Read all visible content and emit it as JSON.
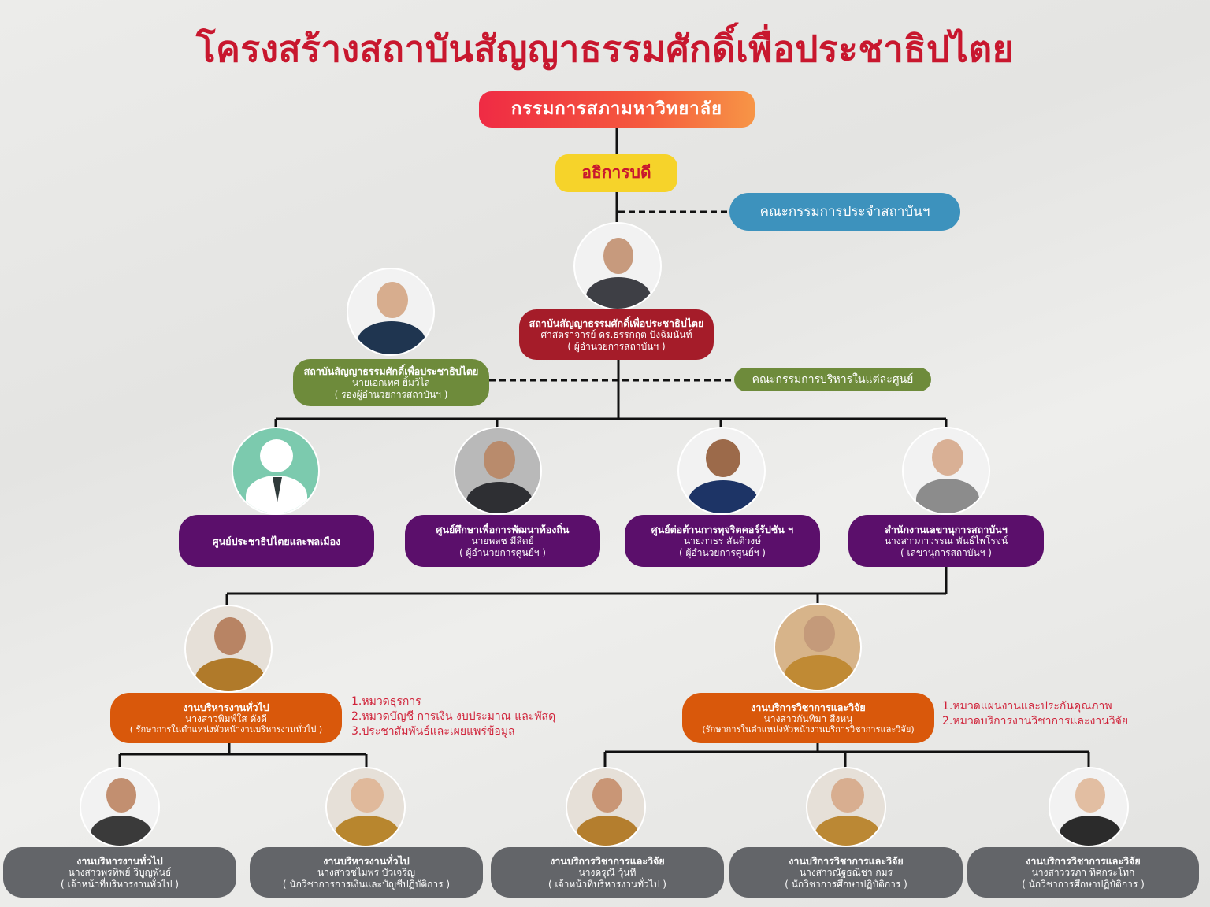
{
  "title": "โครงสร้างสถาบันสัญญาธรรมศักดิ์เพื่อประชาธิปไตย",
  "top_board": "กรรมการสภามหาวิทยาลัย",
  "president": "อธิการบดี",
  "institute_committee": "คณะกรรมการประจำสถาบันฯ",
  "director": {
    "line1": "สถาบันสัญญาธรรมศักดิ์เพื่อประชาธิปไตย",
    "line2": "ศาสตราจารย์ ดร.ธรรกฤต  ปังฉิมนันท์",
    "line3": "( ผู้อำนวยการสถาบันฯ )"
  },
  "deputy": {
    "line1": "สถาบันสัญญาธรรมศักดิ์เพื่อประชาธิปไตย",
    "line2": "นายเอกเทศ ยิ้มวิไล",
    "line3": "( รองผู้อำนวยการสถาบันฯ )"
  },
  "center_management": "คณะกรรมการบริหารในแต่ละศูนย์",
  "centers": [
    {
      "line1": "ศูนย์ประชาธิปไตยและพลเมือง",
      "line2": "",
      "line3": ""
    },
    {
      "line1": "ศูนย์ศึกษาเพื่อการพัฒนาท้องถิ่น",
      "line2": "นายพลช  มีสิตย์",
      "line3": "( ผู้อำนวยการศูนย์ฯ )"
    },
    {
      "line1": "ศูนย์ต่อต้านการทุจริตคอร์รัปชัน ฯ",
      "line2": "นายภาธร สันติวงษ์",
      "line3": "( ผู้อำนวยการศูนย์ฯ )"
    },
    {
      "line1": "สำนักงานเลขานุการสถาบันฯ",
      "line2": "นางสาวภาวรรณ พันธ์ไพโรจน์",
      "line3": "( เลขานุการสถาบันฯ )"
    }
  ],
  "units": [
    {
      "line1": "งานบริหารงานทั่วไป",
      "line2": "นางสาวพิมพ์ใส  ดังดี",
      "line3": "( รักษาการในตำแหน่งหัวหน้างานบริหารงานทั่วไป )",
      "duties": [
        "1.หมวดธุรการ",
        "2.หมวดบัญชี การเงิน งบประมาณ และพัสดุ",
        "3.ประชาสัมพันธ์และเผยแพร่ข้อมูล"
      ]
    },
    {
      "line1": "งานบริการวิชาการและวิจัย",
      "line2": "นางสาวกันทิมา สีงหนุ",
      "line3": "(รักษาการในตำแหน่งหัวหน้างานบริการวิชาการและวิจัย)",
      "duties": [
        "1.หมวดแผนงานและประกันคุณภาพ",
        "2.หมวดบริการงานวิชาการและงานวิจัย"
      ]
    }
  ],
  "staff": [
    {
      "line1": "งานบริหารงานทั่วไป",
      "line2": "นางสาวพรทิพย์ วิบูญพันธ์",
      "line3": "( เจ้าหน้าที่บริหารงานทั่วไป )"
    },
    {
      "line1": "งานบริหารงานทั่วไป",
      "line2": "นางสาวชไมพร บัวเจริญ",
      "line3": "( นักวิชาการการเงินและบัญชีปฏิบัติการ )"
    },
    {
      "line1": "งานบริการวิชาการและวิจัย",
      "line2": "นางดรุณี วุ้นที",
      "line3": "( เจ้าหน้าที่บริหารงานทั่วไป )"
    },
    {
      "line1": "งานบริการวิชาการและวิจัย",
      "line2": "นางสาวณัฐธณิชา กมร",
      "line3": "( นักวิชาการศึกษาปฏิบัติการ )"
    },
    {
      "line1": "งานบริการวิชาการและวิจัย",
      "line2": "นางสาววรภา ทิศกระโทก",
      "line3": "( นักวิชาการศึกษาปฏิบัติการ )"
    }
  ],
  "colors": {
    "title": "#c8172e",
    "president": "#f6d32a",
    "committee": "#3d92bd",
    "director": "#a51c29",
    "deputy": "#6e8b3b",
    "centers": "#5b0f6b",
    "units": "#d9580b",
    "staff": "#636569"
  }
}
